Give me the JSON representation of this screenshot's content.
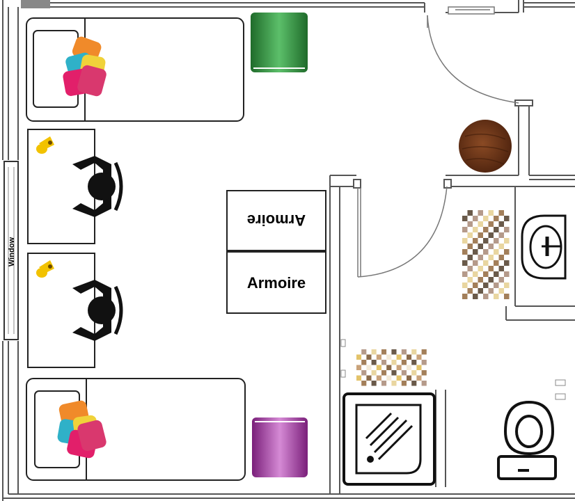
{
  "labels": {
    "window": "Window",
    "armoire_top": "Armoire",
    "armoire_bottom": "Armoire"
  },
  "colors": {
    "wall": "#555555",
    "green_stool": "#2e8b3a",
    "purple_stool": "#9a2f9a",
    "round_table": "#6b3518",
    "lamp": "#f2c200"
  },
  "icons": [
    "bed-icon",
    "pillow-icon",
    "desk-icon",
    "chair-icon",
    "lamp-icon",
    "stool-icon",
    "table-icon",
    "door-icon",
    "rug-icon",
    "sink-icon",
    "toilet-icon",
    "shower-icon",
    "window-icon",
    "armoire-icon"
  ]
}
